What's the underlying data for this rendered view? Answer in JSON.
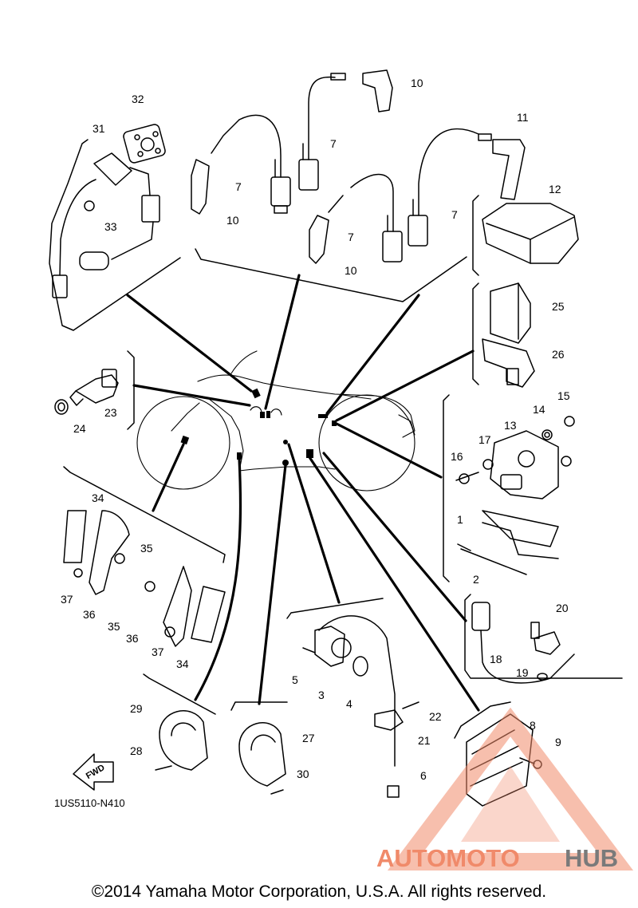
{
  "part_numbers": {
    "p1": "1",
    "p2": "2",
    "p3": "3",
    "p4": "4",
    "p5": "5",
    "p6": "6",
    "p7": "7",
    "p8": "8",
    "p9": "9",
    "p10": "10",
    "p11": "11",
    "p12": "12",
    "p13": "13",
    "p14": "14",
    "p15": "15",
    "p16": "16",
    "p17": "17",
    "p18": "18",
    "p19": "19",
    "p20": "20",
    "p21": "21",
    "p22": "22",
    "p23": "23",
    "p24": "24",
    "p25": "25",
    "p26": "26",
    "p27": "27",
    "p28": "28",
    "p29": "29",
    "p30": "30",
    "p31": "31",
    "p32": "32",
    "p33": "33",
    "p34": "34",
    "p35": "35",
    "p36": "36",
    "p37": "37"
  },
  "fwd_label": "FWD",
  "diagram_code": "1US5110-N410",
  "copyright": "©2014 Yamaha Motor Corporation, U.S.A. All rights reserved.",
  "watermark": {
    "part1": "AUTOMOTO",
    "part2": "HUB",
    "color_primary": "#f08a6a",
    "color_secondary": "#7a7a7a"
  }
}
